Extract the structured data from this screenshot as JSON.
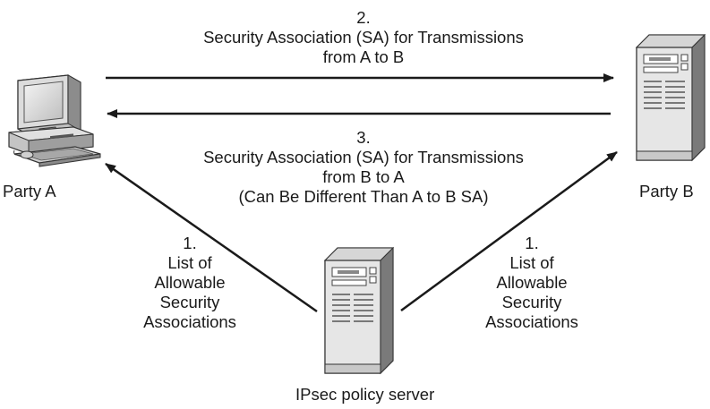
{
  "nodes": {
    "party_a": {
      "label": "Party A",
      "icon": "desktop-computer-icon"
    },
    "party_b": {
      "label": "Party B",
      "icon": "server-tower-icon"
    },
    "policy_server": {
      "label": "IPsec policy server",
      "icon": "server-tower-icon"
    }
  },
  "edges": {
    "a_to_b": {
      "lines": [
        "2.",
        "Security Association (SA) for Transmissions",
        "from A to B"
      ]
    },
    "b_to_a": {
      "lines": [
        "3.",
        "Security Association (SA) for Transmissions",
        "from B to A",
        "(Can Be Different Than A to B SA)"
      ]
    },
    "server_to_a": {
      "lines": [
        "1.",
        "List of",
        "Allowable",
        "Security",
        "Associations"
      ]
    },
    "server_to_b": {
      "lines": [
        "1.",
        "List of",
        "Allowable",
        "Security",
        "Associations"
      ]
    }
  },
  "colors": {
    "line": "#1a1a1a",
    "device_light": "#d9d9d9",
    "device_mid": "#a6a6a6",
    "device_dark": "#6b6b6b"
  }
}
